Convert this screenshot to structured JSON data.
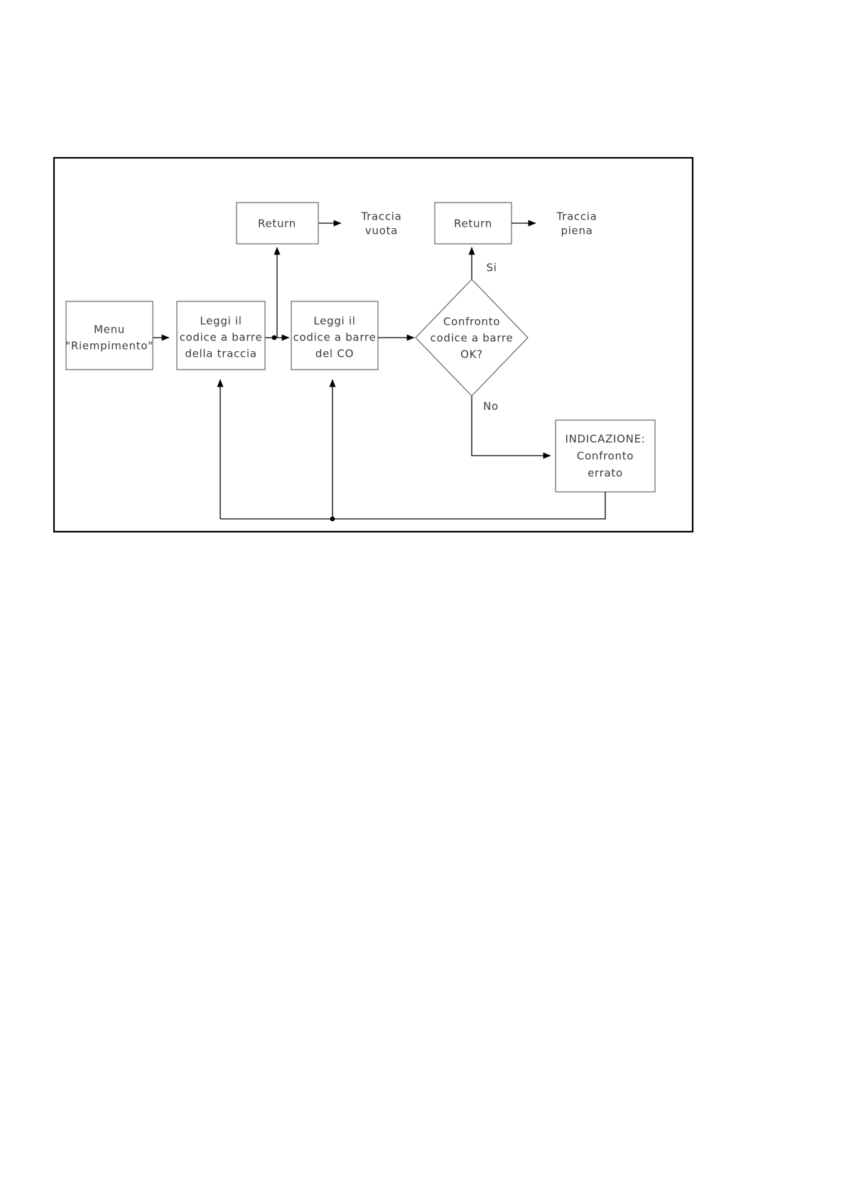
{
  "diagram": {
    "title_visible": false,
    "language": "it",
    "frame": {
      "label": "diagram-frame"
    },
    "nodes": [
      {
        "id": "menu",
        "type": "process",
        "lines": [
          "Menu",
          "\"Riempimento\""
        ]
      },
      {
        "id": "leggi_traccia",
        "type": "process",
        "lines": [
          "Leggi il",
          "codice a barre",
          "della traccia"
        ]
      },
      {
        "id": "leggi_co",
        "type": "process",
        "lines": [
          "Leggi il",
          "codice a barre",
          "del CO"
        ]
      },
      {
        "id": "confronto",
        "type": "decision",
        "lines": [
          "Confronto",
          "codice a barre",
          "OK?"
        ]
      },
      {
        "id": "return_vuota",
        "type": "terminator",
        "lines": [
          "Return"
        ]
      },
      {
        "id": "return_piena",
        "type": "terminator",
        "lines": [
          "Return"
        ]
      },
      {
        "id": "indicazione",
        "type": "process",
        "lines": [
          "INDICAZIONE:",
          "Confronto",
          "errato"
        ]
      }
    ],
    "outcomes": [
      {
        "id": "traccia_vuota",
        "lines": [
          "Traccia",
          "vuota"
        ]
      },
      {
        "id": "traccia_piena",
        "lines": [
          "Traccia",
          "piena"
        ]
      }
    ],
    "edge_labels": [
      {
        "id": "si",
        "text": "Si"
      },
      {
        "id": "no",
        "text": "No"
      }
    ],
    "colors": {
      "frame_stroke": "#000000",
      "box_stroke": "#555555",
      "text": "#3a3a3a",
      "connector": "#000000",
      "background": "#ffffff"
    }
  }
}
